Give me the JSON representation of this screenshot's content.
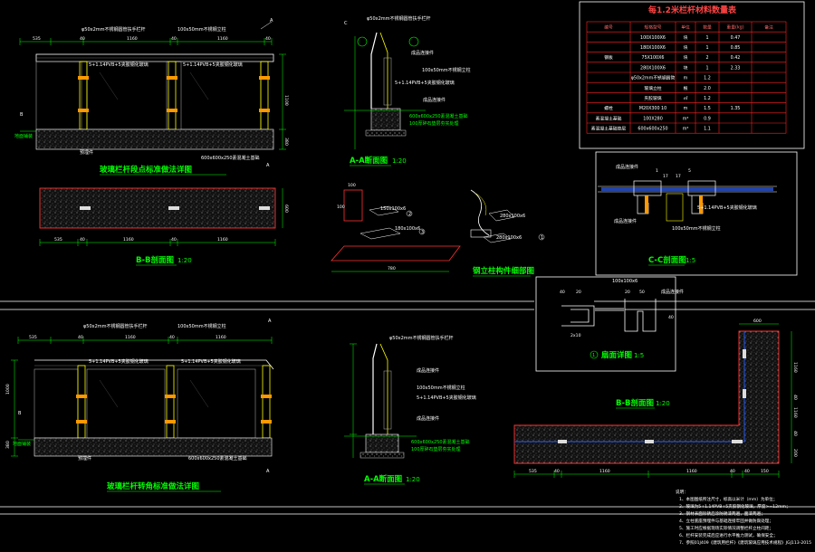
{
  "colors": {
    "background": "#000000",
    "frame": "#ffffff",
    "dimension": "#00ff00",
    "concrete": "#ff3333",
    "glass": "#aaaaaa",
    "post": "#ffff00",
    "table_border": "#ff2222",
    "title": "#00ff00"
  },
  "upper_elevation": {
    "title": "玻璃栏杆段点标准做法详图",
    "dims_top": [
      "535",
      "40",
      "1160",
      "40",
      "1160",
      "40"
    ],
    "dims_right": [
      "1100",
      "380"
    ],
    "labels": [
      "φ50x2mm不锈钢圆管扶手栏杆",
      "100x50mm不锈钢立柱",
      "5+1.14PVB+5夹胶钢化玻璃",
      "5+1.14PVB+5夹胶钢化玻璃"
    ],
    "ground_label": "地面铺装",
    "base_label": "预埋件",
    "foundation_label": "600x600x250素混凝土基础",
    "marker_b": "B",
    "marker_a": "A"
  },
  "section_aa_upper": {
    "title": "A-A断面图",
    "scale": "1:20",
    "labels": [
      "φ50x2mm不锈钢圆管扶手栏杆",
      "成品连接件",
      "100x50mm不锈钢立柱",
      "5+1.14PVB+5夹胶钢化玻璃",
      "成品连接件",
      "600x600x250素混凝土基础",
      "100厚碎石垫层夯实处理"
    ],
    "marker_c": "C"
  },
  "plan_bb_upper": {
    "title": "B-B剖面图",
    "scale": "1:20",
    "dims": [
      "535",
      "40",
      "1160",
      "40",
      "1160"
    ],
    "dim_side": "600"
  },
  "post_detail": {
    "title": "钢立柱构件细部图",
    "dims": [
      "100",
      "100",
      "780"
    ],
    "labels": [
      "150x100x6",
      "180x100x6",
      "280x100x6",
      "280x100x6"
    ],
    "circles": [
      "1",
      "2",
      "3"
    ]
  },
  "quantity_table": {
    "title": "每1.2米栏杆材料数量表",
    "headers": [
      "编号",
      "规格型号",
      "单位",
      "数量",
      "重量(kg)",
      "备注"
    ],
    "rows": [
      [
        "",
        "100X100X6",
        "块",
        "1",
        "0.47",
        ""
      ],
      [
        "",
        "180X100X6",
        "块",
        "1",
        "0.85",
        ""
      ],
      [
        "钢板",
        "75X100X6",
        "块",
        "2",
        "0.42",
        ""
      ],
      [
        "",
        "280X100X6",
        "块",
        "1",
        "2.33",
        ""
      ],
      [
        "",
        "φ50x2mm不锈钢圆管",
        "m",
        "1.2",
        "",
        ""
      ],
      [
        "",
        "玻璃立柱",
        "根",
        "2.0",
        "",
        ""
      ],
      [
        "",
        "夹胶玻璃",
        "㎡",
        "1.2",
        "",
        ""
      ],
      [
        "螺栓",
        "M20X300 10",
        "m",
        "1.5",
        "1.35",
        ""
      ],
      [
        "素混凝土基础",
        "100X280",
        "m³",
        "0.9",
        "",
        ""
      ],
      [
        "素混凝土基础垫层",
        "600x600x250",
        "m³",
        "1.1",
        "",
        ""
      ]
    ]
  },
  "section_cc": {
    "title": "C-C剖面图",
    "scale": "1:5",
    "labels": [
      "成品连接件",
      "5+1.14PVB+5夹胶钢化玻璃",
      "成品连接件",
      "100x50mm不锈钢立柱"
    ],
    "dims": [
      "1",
      "17",
      "17",
      "5"
    ]
  },
  "flange_detail": {
    "title": "扇面详图",
    "scale": "1:5",
    "circle": "1",
    "labels": [
      "100x100x6",
      "成品连接件"
    ],
    "dims": [
      "40",
      "20",
      "20",
      "50",
      "40",
      "2x10"
    ]
  },
  "lower_elevation": {
    "title": "玻璃栏杆转角标准做法详图",
    "dims_top": [
      "535",
      "40",
      "1160",
      "40",
      "1160"
    ],
    "dims_right": [
      "1000",
      "380"
    ],
    "labels": [
      "φ50x2mm不锈钢圆管扶手栏杆",
      "100x50mm不锈钢立柱",
      "5+1.14PVB+5夹胶钢化玻璃",
      "5+1.14PVB+5夹胶钢化玻璃"
    ],
    "ground_label": "地面铺装",
    "base_label": "预埋件",
    "foundation_label": "600x600x250素混凝土基础",
    "marker_b": "B",
    "marker_a": "A"
  },
  "section_aa_lower": {
    "title": "A-A断面图",
    "scale": "1:20",
    "labels": [
      "φ50x2mm不锈钢圆管扶手栏杆",
      "成品连接件",
      "100x50mm不锈钢立柱",
      "5+1.14PVB+5夹胶钢化玻璃",
      "成品连接件",
      "600x600x250素混凝土基础",
      "100厚碎石垫层夯实处理"
    ]
  },
  "plan_bb_lower": {
    "title": "B-B剖面图",
    "scale": "1:20",
    "dims_bottom": [
      "535",
      "40",
      "1160",
      "40",
      "1160",
      "40",
      "150"
    ],
    "dims_top": [
      "600"
    ],
    "dims_right": [
      "1160",
      "40",
      "1160",
      "40",
      "200"
    ]
  },
  "notes": {
    "heading": "说明：",
    "items": [
      "1、本图图纸所注尺寸，标高以米计（mm）为单位；",
      "2、玻璃为5+1.14PVB+5夹胶钢化玻璃，厚度>=12mm；",
      "3、钢材表面除锈后涂防锈漆两遍，面漆两遍；",
      "4、立柱底座预埋件与基础连接牢固并做防腐处理；",
      "5、施工时应根据现场实际情况调整栏杆立柱间距；",
      "6、栏杆安装完成后应进行水平推力测试，确保安全；",
      "7、参照01J409《建筑用栏杆》《建筑玻璃应用技术规程》JGJ113-2015"
    ]
  }
}
